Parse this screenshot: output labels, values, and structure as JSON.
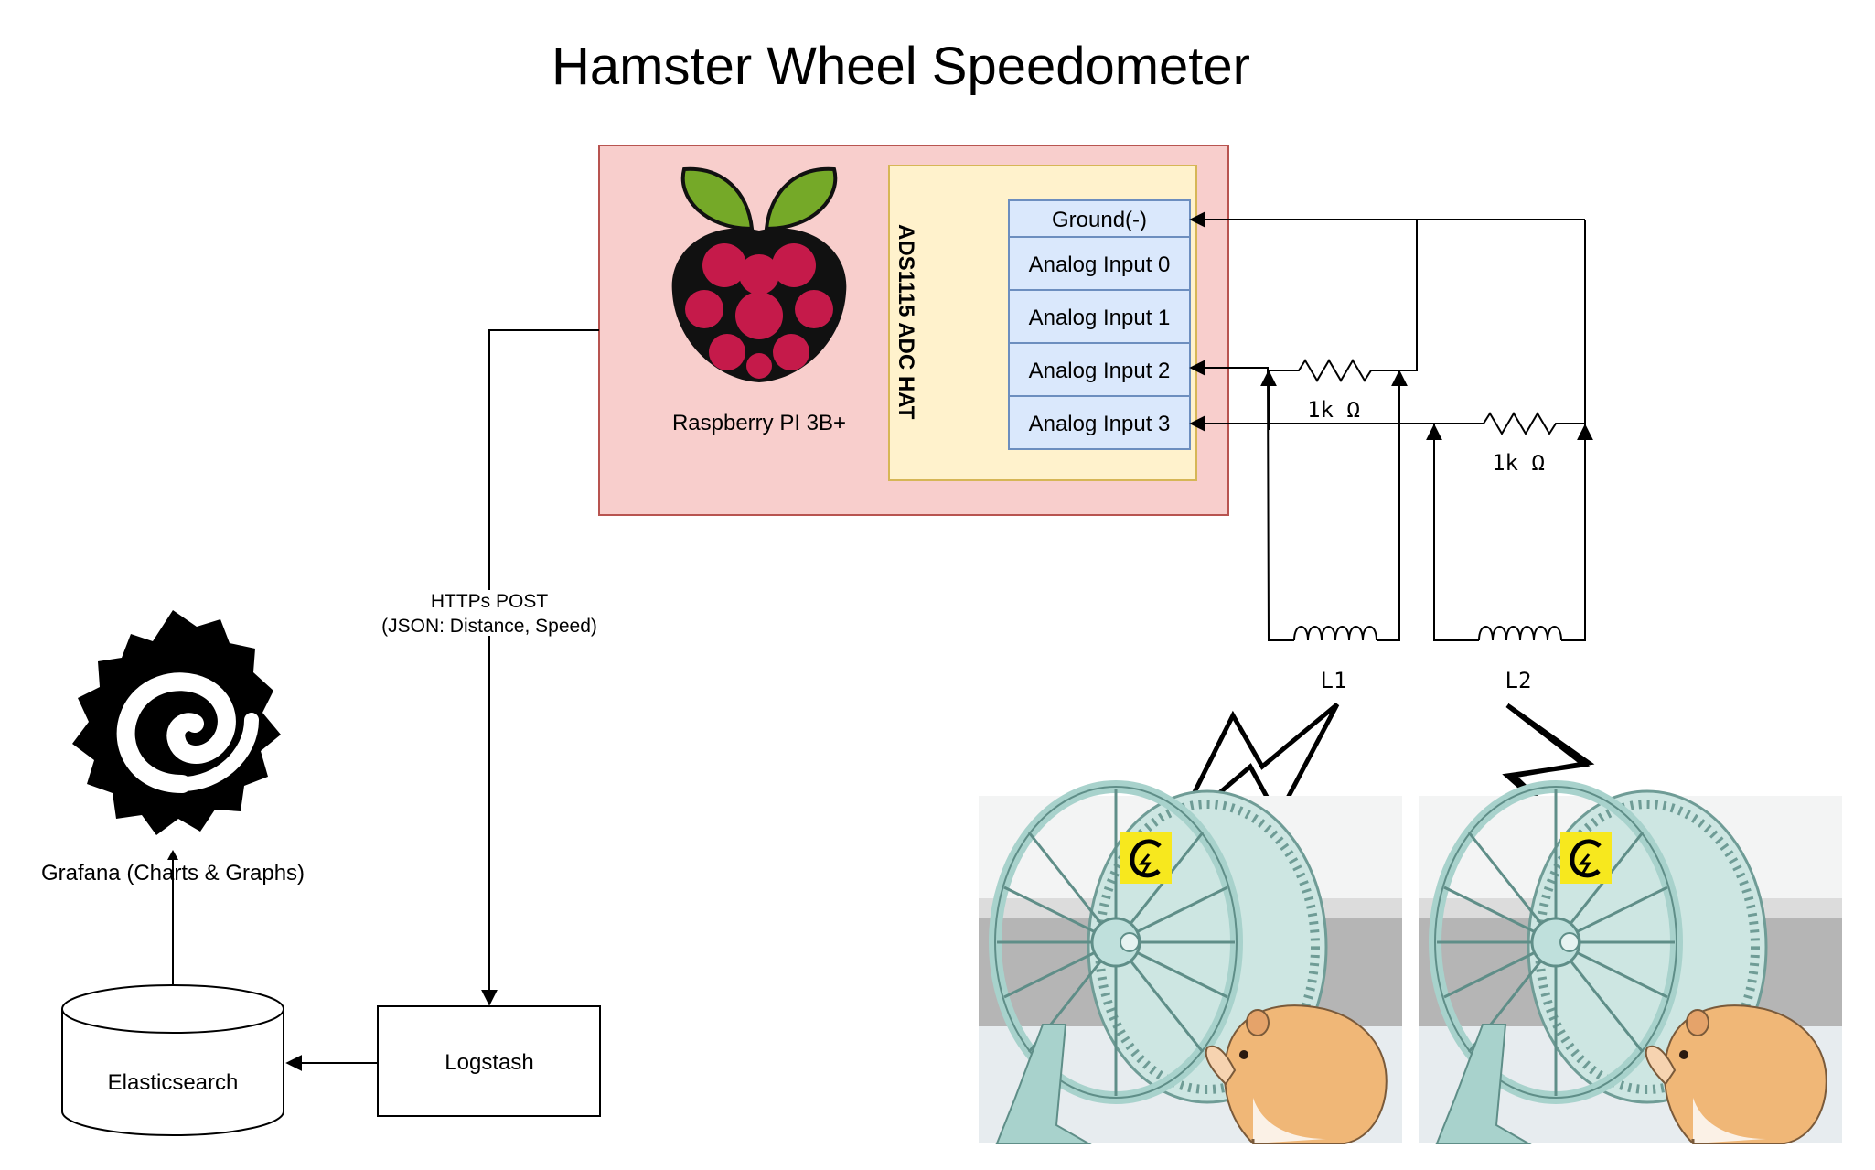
{
  "title": "Hamster Wheel Speedometer",
  "raspberry_pi": {
    "label": "Raspberry PI 3B+",
    "container_fill": "#f8cecc",
    "container_stroke": "#b85450"
  },
  "adc_hat": {
    "label": "ADS1115 ADC HAT",
    "fill": "#fff2cc",
    "stroke": "#d6b656",
    "pins": [
      "Ground(-)",
      "Analog Input 0",
      "Analog Input 1",
      "Analog Input 2",
      "Analog Input 3"
    ],
    "pin_fill": "#dae8fc",
    "pin_stroke": "#6c8ebf"
  },
  "resistors": [
    "1k Ω",
    "1k Ω"
  ],
  "inductors": [
    "L1",
    "L2"
  ],
  "connection_label": [
    "HTTPs POST",
    "(JSON: Distance, Speed)"
  ],
  "logstash": {
    "label": "Logstash"
  },
  "elasticsearch": {
    "label": "Elasticsearch"
  },
  "grafana": {
    "label": "Grafana (Charts & Graphs)"
  },
  "wheels": [
    {
      "sensor": "magnet-sensor-icon"
    },
    {
      "sensor": "magnet-sensor-icon"
    }
  ],
  "colors": {
    "wheel": "#bfe0dc",
    "wheel_dark": "#8fb9b3",
    "sensor": "#f7e81e",
    "hamster": "#f0b777",
    "raspberry": "#c51a4a",
    "leaf": "#75a928"
  }
}
